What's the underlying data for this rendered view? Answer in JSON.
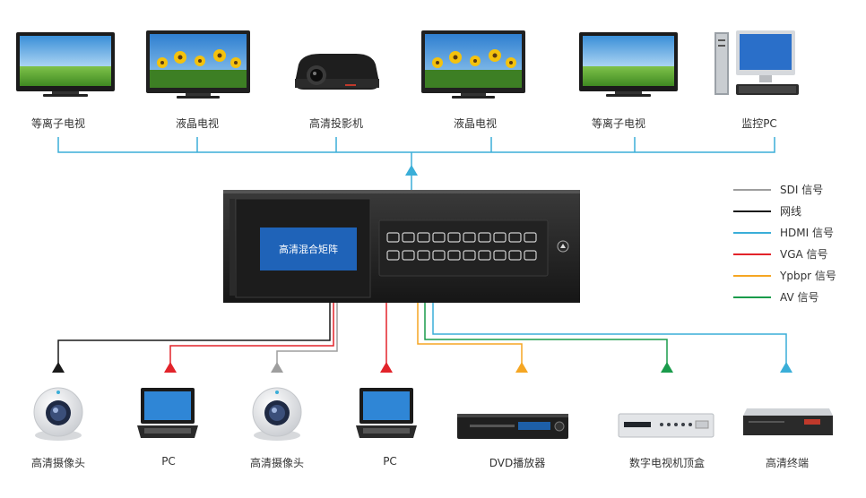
{
  "matrix": {
    "title": "高清混合矩阵"
  },
  "outputs": [
    {
      "label": "等离子电视",
      "icon": "plasma-tv-icon"
    },
    {
      "label": "液晶电视",
      "icon": "lcd-tv-icon"
    },
    {
      "label": "高清投影机",
      "icon": "projector-icon"
    },
    {
      "label": "液晶电视",
      "icon": "lcd-tv-icon"
    },
    {
      "label": "等离子电视",
      "icon": "plasma-tv-icon"
    },
    {
      "label": "监控PC",
      "icon": "monitor-pc-icon"
    }
  ],
  "inputs": [
    {
      "label": "高清摄像头",
      "icon": "webcam-icon",
      "signal": "网线"
    },
    {
      "label": "PC",
      "icon": "laptop-icon",
      "signal": "VGA 信号"
    },
    {
      "label": "高清摄像头",
      "icon": "webcam-icon",
      "signal": "SDI 信号"
    },
    {
      "label": "PC",
      "icon": "laptop-icon",
      "signal": "VGA 信号"
    },
    {
      "label": "DVD播放器",
      "icon": "dvd-player-icon",
      "signal": "Ypbpr 信号"
    },
    {
      "label": "数字电视机顶盒",
      "icon": "settop-box-icon",
      "signal": "AV 信号"
    },
    {
      "label": "高清终端",
      "icon": "hd-terminal-icon",
      "signal": "HDMI 信号"
    }
  ],
  "legend": [
    {
      "label": "SDI 信号",
      "color": "#9e9e9e"
    },
    {
      "label": "网线",
      "color": "#1a1a1a"
    },
    {
      "label": "HDMI 信号",
      "color": "#3aaed8"
    },
    {
      "label": "VGA 信号",
      "color": "#e2232a"
    },
    {
      "label": "Ypbpr 信号",
      "color": "#f5a623"
    },
    {
      "label": "AV 信号",
      "color": "#1a9b4b"
    }
  ]
}
